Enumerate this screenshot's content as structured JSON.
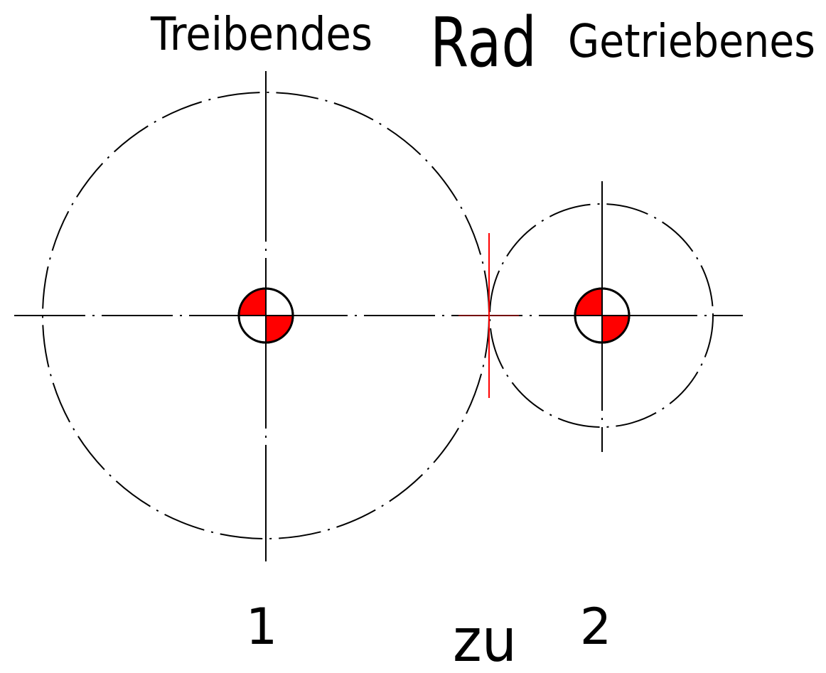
{
  "labels": {
    "driving": "Treibendes",
    "wheel": "Rad",
    "driven": "Getriebenes",
    "number_driving": "1",
    "connector": "zu",
    "number_driven": "2"
  },
  "colors": {
    "line": "#000000",
    "accent": "#ff0000",
    "background": "#ffffff"
  }
}
